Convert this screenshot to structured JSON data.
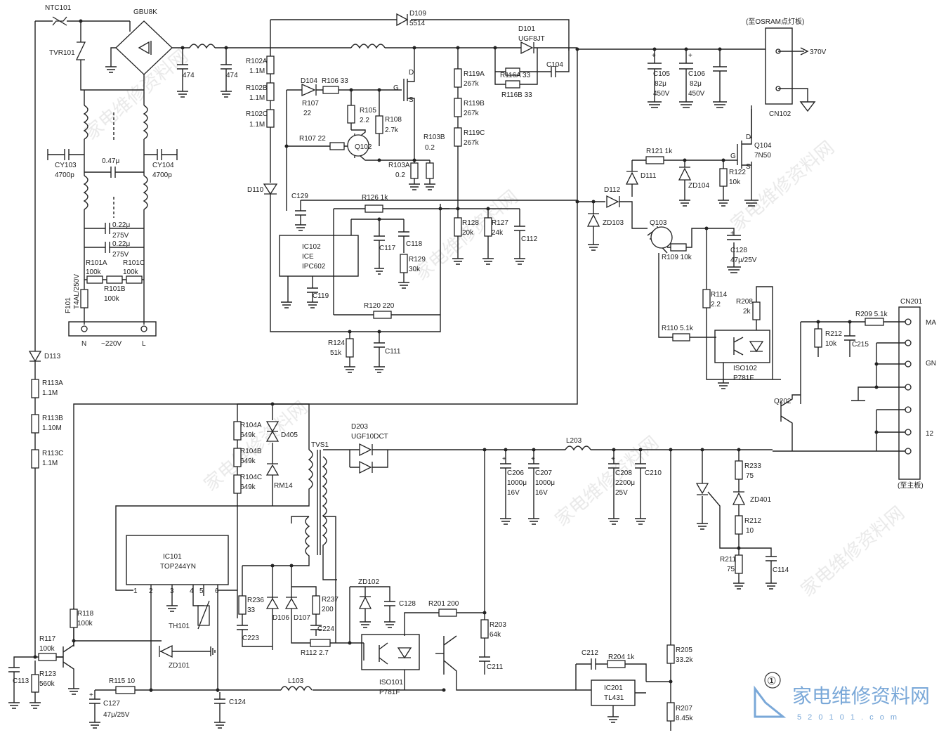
{
  "watermark": {
    "text": "家电维修资料网",
    "url": "www.520101.com"
  },
  "brand": {
    "logo": "家电维修资料网",
    "url": "5 2 0 1 0 1 . c o m",
    "figure_no": "①"
  },
  "labels": {
    "ntc101": "NTC101",
    "tvr101": "TVR101",
    "gbu8k": "GBU8K",
    "cy103": "CY103",
    "cy103v": "4700p",
    "cy104": "CY104",
    "cy104v": "4700p",
    "c047": "0.47μ",
    "c022a": "0.22μ",
    "c022a2": "275V",
    "c022b": "0.22μ",
    "c022b2": "275V",
    "r101a": "R101A",
    "r101av": "100k",
    "r101c": "R101C",
    "r101cv": "100k",
    "r101b": "R101B",
    "r101bv": "100k",
    "f101": "F101",
    "f101v": "T4AL/250V",
    "n": "N",
    "ac": "~220V",
    "l": "L",
    "c474a": "474",
    "c474b": "474",
    "r102a": "R102A",
    "r102av": "1.1M",
    "r102b": "R102B",
    "r102bv": "1.1M",
    "r102c": "R102C",
    "r102cv": "1.1M",
    "d104": "D104",
    "r107a": "R107",
    "r107av": "22",
    "r106": "R106 33",
    "r105": "R105",
    "r105v": "2.2",
    "r108": "R108",
    "r108v": "2.7k",
    "r107b": "R107 22",
    "q102": "Q102",
    "g1": "G",
    "s1": "S",
    "d1": "D",
    "r103a": "R103A",
    "r103av": "0.2",
    "r103b": "R103B",
    "r103bv": "0.2",
    "d110": "D110",
    "c129": "C129",
    "r126": "R126 1k",
    "ic102": "IC102",
    "ic102b": "ICE",
    "ic102c": "IPC602",
    "c117": "C117",
    "c118": "C118",
    "r129": "R129",
    "r129v": "30k",
    "c119": "C119",
    "r120": "R120 220",
    "r124": "R124",
    "r124v": "51k",
    "c111": "C111",
    "d109": "D109",
    "d109v": "5514",
    "d101": "D101",
    "d101v": "UGF8JT",
    "r119a": "R119A",
    "r119av": "267k",
    "r119b": "R119B",
    "r119bv": "267k",
    "r119c": "R119C",
    "r119cv": "267k",
    "r116a": "R116A 33",
    "r116b": "R116B 33",
    "c104": "C104",
    "r128": "R128",
    "r128v": "20k",
    "r127": "R127",
    "r127v": "24k",
    "c112": "C112",
    "c105": "C105",
    "c105v": "82μ",
    "c105w": "450V",
    "c106": "C106",
    "c106v": "82μ",
    "c106w": "450V",
    "osram": "(至OSRAM点灯板)",
    "v370": "370V",
    "cn102": "CN102",
    "q104": "Q104",
    "q104v": "7N50",
    "g2": "G",
    "s2": "S",
    "d2": "D",
    "r121": "R121 1k",
    "d111": "D111",
    "zd104": "ZD104",
    "r122": "R122",
    "r122v": "10k",
    "d112": "D112",
    "zd103": "ZD103",
    "q103": "Q103",
    "r109": "R109 10k",
    "c128a": "C128",
    "c128av": "47μ/25V",
    "r114": "R114",
    "r114v": "2.2",
    "r208": "R208",
    "r208v": "2k",
    "r110": "R110 5.1k",
    "iso102": "ISO102",
    "iso102v": "P781F",
    "cn201": "CN201",
    "r209": "R209 5.1k",
    "r212a": "R212",
    "r212av": "10k",
    "c215": "C215",
    "ma": "MA",
    "gn": "GN",
    "p12": "12",
    "q202": "Q202",
    "tomain": "(至主板)",
    "d113": "D113",
    "r113a": "R113A",
    "r113av": "1.1M",
    "r113b": "R113B",
    "r113bv": "1.10M",
    "r113c": "R113C",
    "r113cv": "1.1M",
    "r104a": "R104A",
    "r104av": "649k",
    "r104b": "R104B",
    "r104bv": "649k",
    "r104c": "R104C",
    "r104cv": "649k",
    "d405": "D405",
    "rm14": "RM14",
    "tvs1": "TVS1",
    "d203": "D203",
    "d203v": "UGF10DCT",
    "l203": "L203",
    "c206": "C206",
    "c206v": "1000μ",
    "c206w": "16V",
    "c207": "C207",
    "c207v": "1000μ",
    "c207w": "16V",
    "c208": "C208",
    "c208v": "2200μ",
    "c208w": "25V",
    "c210": "C210",
    "r233": "R233",
    "r233v": "75",
    "zd401": "ZD401",
    "r212b": "R212",
    "r212bv": "10",
    "r211": "R211",
    "r211v": "75",
    "c114": "C114",
    "ic101": "IC101",
    "ic101v": "TOP244YN",
    "p1": "1",
    "p2": "2",
    "p3": "3",
    "p4": "4",
    "p5": "5",
    "p6": "6",
    "th101": "TH101",
    "r236": "R236",
    "r236v": "33",
    "d106": "D106",
    "d107": "D107",
    "r237": "R237",
    "r237v": "200",
    "c224": "C224",
    "c223": "C223",
    "r112": "R112 2.7",
    "zd102": "ZD102",
    "c128b": "C128",
    "r201": "R201 200",
    "r203": "R203",
    "r203v": "64k",
    "c211": "C211",
    "iso101": "ISO101",
    "iso101v": "P781F",
    "r118": "R118",
    "r118v": "100k",
    "r117": "R117",
    "r117v": "100k",
    "r123": "R123",
    "r123v": "560k",
    "c113": "C113",
    "zd101": "ZD101",
    "r115": "R115 10",
    "c127": "C127",
    "c127v": "47μ/25V",
    "l103": "L103",
    "c124": "C124",
    "c212": "C212",
    "r204": "R204 1k",
    "ic201": "IC201",
    "ic201v": "TL431",
    "r205": "R205",
    "r205v": "33.2k",
    "r207": "R207",
    "r207v": "8.45k"
  }
}
